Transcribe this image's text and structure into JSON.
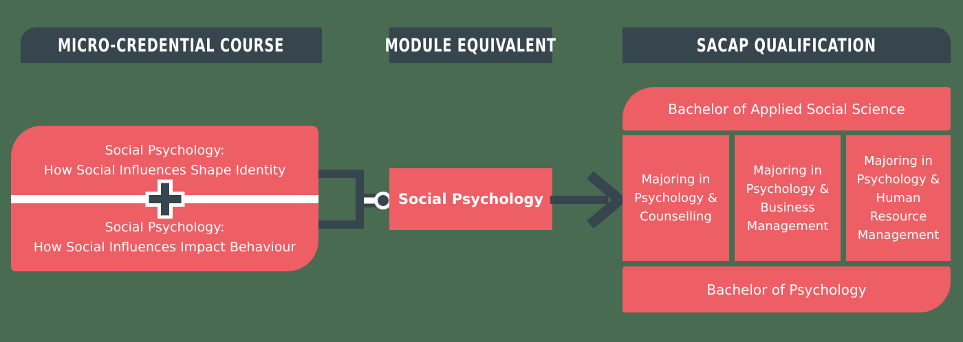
{
  "colors": {
    "background": "#486b52",
    "dark_slate": "#36454e",
    "pink": "#ee5e65",
    "white": "#ffffff"
  },
  "headers": {
    "micro_credential": "MICRO-CREDENTIAL COURSE",
    "module_equivalent": "MODULE EQUIVALENT",
    "sacap_qualification": "SACAP QUALIFICATION"
  },
  "micro_credential_courses": {
    "course_1": "Social Psychology:\nHow Social Influences Shape Identity",
    "course_2": "Social Psychology:\nHow Social Influences Impact Behaviour",
    "combiner_icon": "plus-icon"
  },
  "module": {
    "label": "Social Psychology"
  },
  "connectors": {
    "left_connector_icon": "key-link-icon",
    "right_connector_icon": "arrow-right-icon"
  },
  "qualifications": {
    "top_bar": "Bachelor of Applied Social Science",
    "majors": [
      {
        "text": "Majoring in\nPsychology &\nCounselling"
      },
      {
        "text": "Majoring in\nPsychology &\nBusiness\nManagement"
      },
      {
        "text": "Majoring in\nPsychology &\nHuman\nResource\nManagement"
      }
    ],
    "bottom_bar": "Bachelor of Psychology"
  }
}
